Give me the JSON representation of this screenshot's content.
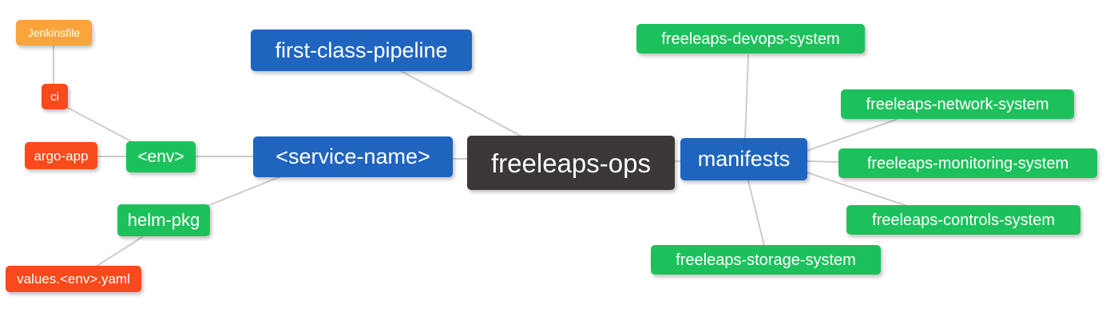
{
  "diagram": {
    "type": "mindmap",
    "background_color": "#ffffff",
    "edge_color": "#cccccc",
    "text_color": "#ffffff",
    "palette": {
      "root_dark": "#3b3737",
      "branch_blue": "#1f65bf",
      "leaf_green": "#1dc15c",
      "leaf_red": "#f94a1c",
      "leaf_orange": "#f9a43b"
    },
    "nodes": {
      "freeleaps_ops": {
        "label": "freeleaps-ops",
        "color": "#3b3737"
      },
      "first_class_pipeline": {
        "label": "first-class-pipeline",
        "color": "#1f65bf"
      },
      "service_name": {
        "label": "<service-name>",
        "color": "#1f65bf"
      },
      "manifests": {
        "label": "manifests",
        "color": "#1f65bf"
      },
      "env": {
        "label": "<env>",
        "color": "#1dc15c"
      },
      "helm_pkg": {
        "label": "helm-pkg",
        "color": "#1dc15c"
      },
      "argo_app": {
        "label": "argo-app",
        "color": "#f94a1c"
      },
      "ci": {
        "label": "ci",
        "color": "#f94a1c"
      },
      "jenkinsfile": {
        "label": "Jenkinsfile",
        "color": "#f9a43b"
      },
      "values_env_yaml": {
        "label": "values.<env>.yaml",
        "color": "#f94a1c"
      },
      "devops_system": {
        "label": "freeleaps-devops-system",
        "color": "#1dc15c"
      },
      "network_system": {
        "label": "freeleaps-network-system",
        "color": "#1dc15c"
      },
      "monitoring_system": {
        "label": "freeleaps-monitoring-system",
        "color": "#1dc15c"
      },
      "controls_system": {
        "label": "freeleaps-controls-system",
        "color": "#1dc15c"
      },
      "storage_system": {
        "label": "freeleaps-storage-system",
        "color": "#1dc15c"
      }
    },
    "edges": [
      {
        "from": "jenkinsfile",
        "to": "ci"
      },
      {
        "from": "ci",
        "to": "env"
      },
      {
        "from": "argo_app",
        "to": "env"
      },
      {
        "from": "env",
        "to": "service_name"
      },
      {
        "from": "helm_pkg",
        "to": "service_name"
      },
      {
        "from": "values_env_yaml",
        "to": "helm_pkg"
      },
      {
        "from": "service_name",
        "to": "freeleaps_ops"
      },
      {
        "from": "first_class_pipeline",
        "to": "freeleaps_ops"
      },
      {
        "from": "freeleaps_ops",
        "to": "manifests"
      },
      {
        "from": "manifests",
        "to": "devops_system"
      },
      {
        "from": "manifests",
        "to": "network_system"
      },
      {
        "from": "manifests",
        "to": "monitoring_system"
      },
      {
        "from": "manifests",
        "to": "controls_system"
      },
      {
        "from": "manifests",
        "to": "storage_system"
      }
    ]
  }
}
